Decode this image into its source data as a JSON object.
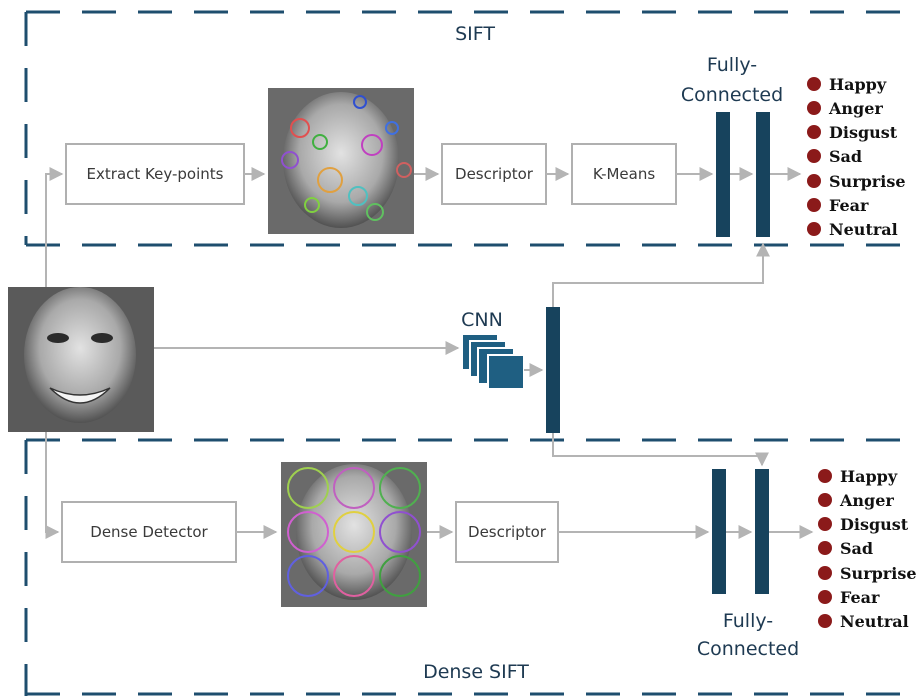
{
  "sections": {
    "sift_title": "SIFT",
    "dense_title": "Dense SIFT",
    "cnn_label": "CNN"
  },
  "top_branch": {
    "extract_label": "Extract Key-points",
    "descriptor_label": "Descriptor",
    "kmeans_label": "K-Means",
    "fc_line1": "Fully-",
    "fc_line2": "Connected",
    "emotions": [
      "Happy",
      "Anger",
      "Disgust",
      "Sad",
      "Surprise",
      "Fear",
      "Neutral"
    ]
  },
  "bottom_branch": {
    "detector_label": "Dense Detector",
    "descriptor_label": "Descriptor",
    "fc_line1": "Fully-",
    "fc_line2": "Connected",
    "emotions": [
      "Happy",
      "Anger",
      "Disgust",
      "Sad",
      "Surprise",
      "Fear",
      "Neutral"
    ]
  },
  "colors": {
    "frame": "#1e4e6e",
    "fc_bar": "#17435d",
    "cnn_block": "#1f5f82",
    "emotion_dot": "#8b1a1a",
    "arrow": "#b4b4b4"
  }
}
